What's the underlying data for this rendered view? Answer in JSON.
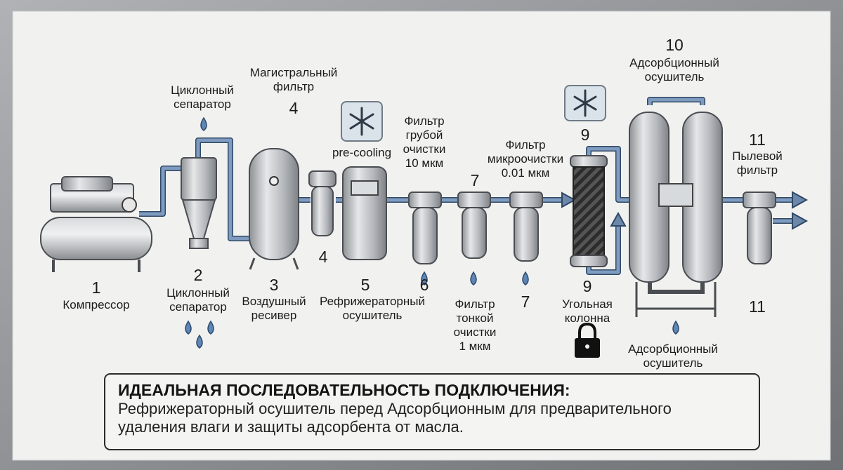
{
  "components": {
    "compressor": {
      "number": "1",
      "label": [
        "Компрессор"
      ]
    },
    "cyclone_top": {
      "label": [
        "Циклонный",
        "сепаратор"
      ]
    },
    "cyclone": {
      "number": "2",
      "label": [
        "Циклонный",
        "сепаратор"
      ]
    },
    "receiver": {
      "number": "3",
      "label": [
        "Воздушный",
        "ресивер"
      ]
    },
    "main_filter": {
      "number_top": "4",
      "number": "4",
      "label": [
        "Магистральный",
        "фильтр"
      ]
    },
    "precooling": {
      "label": "pre-cooling"
    },
    "fridge_dryer": {
      "number": "5",
      "label": [
        "Рефрижераторный",
        "осушитель"
      ]
    },
    "coarse_filter": {
      "number": "6",
      "label": [
        "Фильтр",
        "грубой",
        "очистки",
        "10 мкм"
      ]
    },
    "fine_filter": {
      "number_top": "7",
      "label": [
        "Фильтр",
        "тонкой",
        "очистки",
        "1 мкм"
      ]
    },
    "micro_filter": {
      "number": "7",
      "label": [
        "Фильтр",
        "микроочистки",
        "0.01 мкм"
      ]
    },
    "carbon": {
      "number_top": "9",
      "number": "9",
      "label": [
        "Угольная",
        "колонна"
      ]
    },
    "adsorption_dryer": {
      "number_top": "10",
      "label_top": [
        "Адсорбционный",
        "осушитель"
      ],
      "label": [
        "Адсорбционный",
        "осушитель"
      ]
    },
    "dust_filter": {
      "number_top": "11",
      "number": "11",
      "label": [
        "Пылевой",
        "фильтр"
      ]
    }
  },
  "icons": {
    "snowflake": "snowflake-icon",
    "droplet": "water-drop-icon",
    "lock": "padlock-icon",
    "flow_arrow": "arrow-right-icon"
  },
  "note": {
    "title": "ИДЕАЛЬНАЯ ПОСЛЕДОВАТЕЛЬНОСТЬ ПОДКЛЮЧЕНИЯ:",
    "body": [
      "Рефрижераторный осушитель перед Адсорбционным для предварительного",
      "удаления влаги и защиты адсорбента от масла."
    ]
  },
  "colors": {
    "pipe": "#6b88aa",
    "frame": "#8d8f92",
    "panel": "#f1f1ef",
    "metal": "#b9bbbe",
    "drop": "#5f86b4",
    "carbon": "#2a2a2a"
  }
}
